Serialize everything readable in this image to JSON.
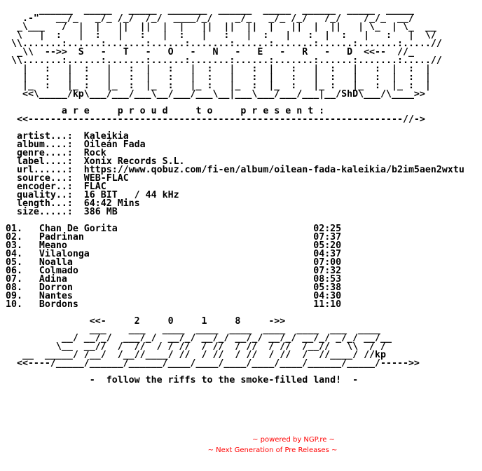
{
  "nfo": {
    "banner_top": [
      "      ______  _____   _____  _______  ______  _____  ______  _____  _____",
      "   .-\"   __/_   _/_ /_/  /_/  ____/_/    _/_   _/_ /_/   /_/    /_/_  __/",
      "  _\\___   /  |  |   ||  ||  |  |   ||  ||  ||  |   ||  |  ||   | \\_  | \\_  __",
      "  \\   |  :   |  :   |   :   |  :   |   :   |  :   |   :  |  :   |   :   |  \\/",
      " \\\\.......:......:.......:......:.......:......:.......:......:.......:.....//",
      "  _\\\\  -->>  S   -   T   -   O   -   N   -   E   -   R   -   D  <<--  //_",
      " \\\\.......:......:.......:......:.......:......:.......:......:.......:.....//",
      "   |   :   |  :   |   :  |   :   |  :   |   :  |   :   |  :   |   :  |  :  |",
      "   |   :   |  :   |   :  |   :   |  :   |   :  |   :   |  :   |   :  |  :  |",
      "   |_  :   |_ :   |_  :  |_  :   |_ :   |_  :  |_  :   |_ :   |_  :  |_ :  |",
      "   <<\\_____/kp\\___/___/___\\__/___/___\\__|___\\___/___/___|__/ShD\\___/\\____>>"
    ],
    "present_line": "          a r e     p r o u d     t o     p r e s e n t :",
    "present_rule": "  <<-------------------------------------------------------------------//->",
    "info_labels": [
      "  artist...:",
      "  album....:",
      "  genre....:",
      "  label....:",
      "  url......:",
      "  source...:",
      "  encoder..:",
      "  quality..:",
      "  length...:",
      "  size.....:"
    ],
    "info_values": [
      "Kaleikia",
      "Oileán Fada",
      "Rock",
      "Xonix Records S.L.",
      "https://www.qobuz.com/fi-en/album/oilean-fada-kaleikia/b2im5aen2wxtu",
      "WEB-FLAC",
      "FLAC",
      "16 BIT   / 44 kHz",
      "64:42 Mins",
      "386 MB"
    ],
    "tracks": [
      {
        "num": "01.",
        "title": "Chan De Gorita",
        "time": "02:25"
      },
      {
        "num": "02.",
        "title": "Padrinan",
        "time": "07:37"
      },
      {
        "num": "03.",
        "title": "Meano",
        "time": "05:20"
      },
      {
        "num": "04.",
        "title": "Vilalonga",
        "time": "04:37"
      },
      {
        "num": "05.",
        "title": "Noalla",
        "time": "07:00"
      },
      {
        "num": "06.",
        "title": "Colmado",
        "time": "07:32"
      },
      {
        "num": "07.",
        "title": "Adina",
        "time": "08:53"
      },
      {
        "num": "08.",
        "title": "Dorron",
        "time": "05:38"
      },
      {
        "num": "09.",
        "title": "Nantes",
        "time": "04:30"
      },
      {
        "num": "10.",
        "title": "Bordons",
        "time": "11:10"
      }
    ],
    "year_line": "               <<-     2     0     1     8     ->>",
    "banner_bottom": [
      "               ___    ___   ____  ____  ____  ____  ____  ___  ____",
      "          __/ __/_/  ___/_/  __/_/ __/_/ __/_/ __/_/ __/_/ _/_/ __/__",
      "         \\__  __//  /  //  / / //  / //  / //  / //  /__//   \\\\  / /",
      "   __  _____/ /__/  /__//____/ //  / //  / //  / //  /  //____/ //kp",
      "  <<----/_____/______/______/____/____/____/____/____/______/_____/----->>"
    ],
    "tagline": "               -  follow the riffs to the smoke-filled land!  -"
  },
  "footer": {
    "line1": "~ powered by NGP.re ~",
    "line2": "~ Next Generation of Pre Releases ~"
  },
  "colors": {
    "text": "#000000",
    "footer": "#ff0000",
    "background": "#ffffff"
  }
}
